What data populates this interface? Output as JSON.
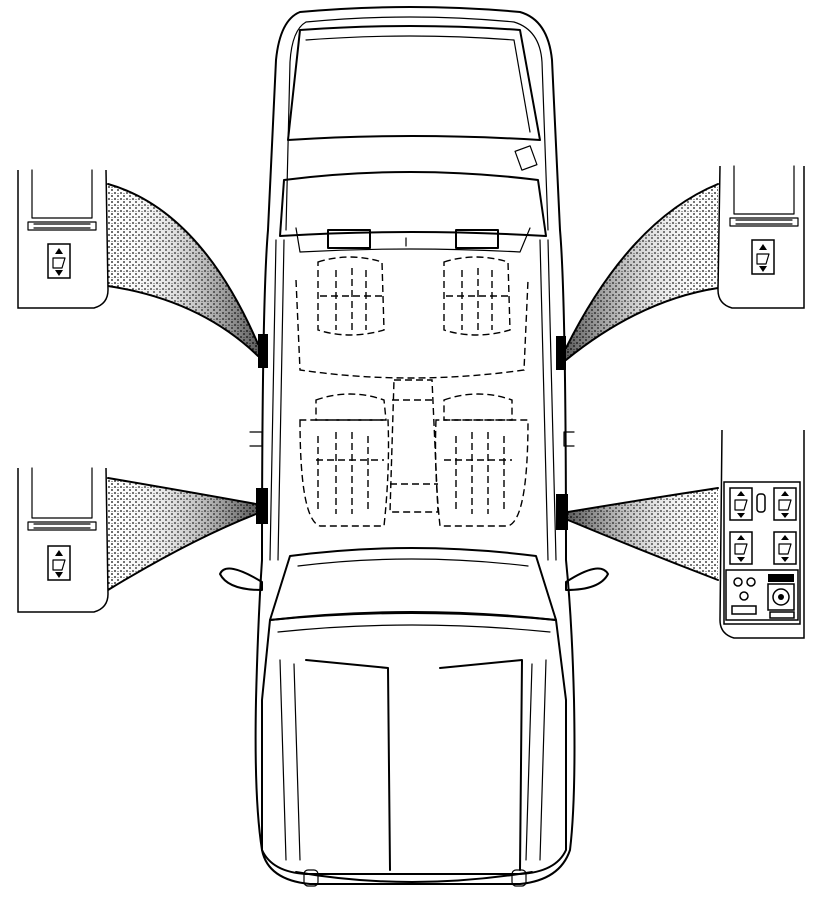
{
  "diagram": {
    "subject": "top-view-car-with-window-switch-callouts",
    "icons": {
      "car": "car-top-view-icon",
      "switch_up": "triangle-up-icon",
      "switch_down": "triangle-down-icon",
      "window": "window-icon"
    },
    "callouts": [
      {
        "position": "front-left-door"
      },
      {
        "position": "rear-left-door"
      },
      {
        "position": "front-right-door"
      },
      {
        "position": "driver-door-master-panel"
      }
    ],
    "colors": {
      "line": "#000000",
      "background": "#ffffff"
    }
  }
}
